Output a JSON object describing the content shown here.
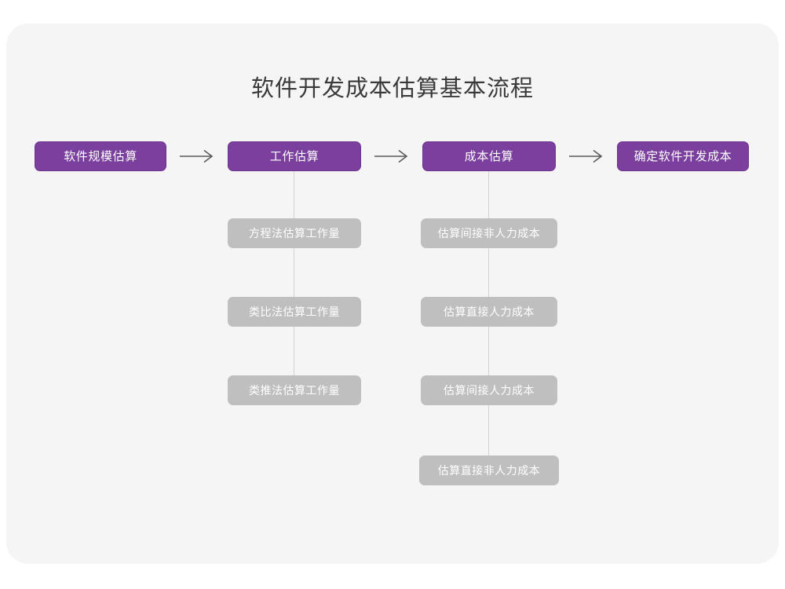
{
  "title": "软件开发成本估算基本流程",
  "colors": {
    "page_background": "#ffffff",
    "card_background": "#f5f5f5",
    "stage_fill": "#7b3f9e",
    "stage_border": "#6d3590",
    "detail_fill": "#bfbfbf",
    "connector": "#d2d2d2",
    "arrow": "#5a5a5a",
    "title_text": "#3a3a3a",
    "box_text": "#ffffff"
  },
  "stages": [
    {
      "label": "软件规模估算"
    },
    {
      "label": "工作估算"
    },
    {
      "label": "成本估算"
    },
    {
      "label": "确定软件开发成本"
    }
  ],
  "arrows": [
    {
      "glyph": "arrow-right"
    },
    {
      "glyph": "arrow-right"
    },
    {
      "glyph": "arrow-right"
    }
  ],
  "effort_details": [
    {
      "label": "方程法估算工作量"
    },
    {
      "label": "类比法估算工作量"
    },
    {
      "label": "类推法估算工作量"
    }
  ],
  "cost_details": [
    {
      "label": "估算间接非人力成本"
    },
    {
      "label": "估算直接人力成本"
    },
    {
      "label": "估算间接人力成本"
    },
    {
      "label": "估算直接非人力成本"
    }
  ]
}
